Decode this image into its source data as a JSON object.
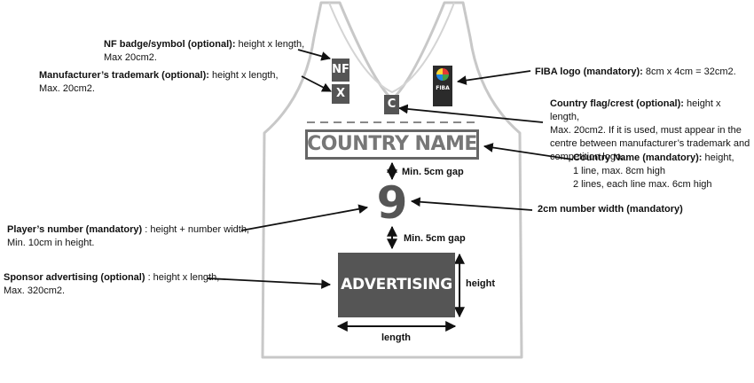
{
  "jersey": {
    "nf_badge_text": "NF",
    "manufacturer_mark_text": "X",
    "crest_text": "C",
    "country_name_text": "COUNTRY NAME",
    "player_number": "9",
    "advertising_text": "ADVERTISING",
    "fiba_logo_text": "FIBA"
  },
  "annotations": {
    "nf_badge": {
      "title": "NF badge/symbol (optional):",
      "line1": " height  x length,",
      "line2": "Max 20cm2."
    },
    "manufacturer": {
      "title": "Manufacturer’s trademark (optional):",
      "line1": " height  x  length,",
      "line2": "Max. 20cm2."
    },
    "fiba_logo": {
      "title": "FIBA logo (mandatory):",
      "line1": " 8cm x 4cm = 32cm2."
    },
    "country_flag": {
      "title": "Country flag/crest (optional):",
      "line1": "  height  x length,",
      "line2": "Max. 20cm2.  If it is used, must appear in the",
      "line3": "centre between manufacturer’s trademark and",
      "line4": "competition logo."
    },
    "country_name": {
      "title": "Country Name (mandatory):",
      "line1": " height,",
      "line2": "1 line, max. 8cm high",
      "line3": "2 lines, each line max. 6cm high"
    },
    "gap_top": "Min. 5cm gap",
    "gap_bottom": "Min. 5cm gap",
    "number_width": "2cm number width (mandatory)",
    "player_number": {
      "title": "Player’s number (mandatory) ",
      "line1": ": height + number width,",
      "line2": "Min. 10cm in height."
    },
    "sponsor": {
      "title": "Sponsor advertising (optional) ",
      "line1": ": height x length,",
      "line2": "Max. 320cm2."
    },
    "height_label": "height",
    "length_label": "length"
  },
  "colors": {
    "jersey_outline": "#c8c8c8",
    "mark_fill": "#555555",
    "text": "#111111"
  }
}
